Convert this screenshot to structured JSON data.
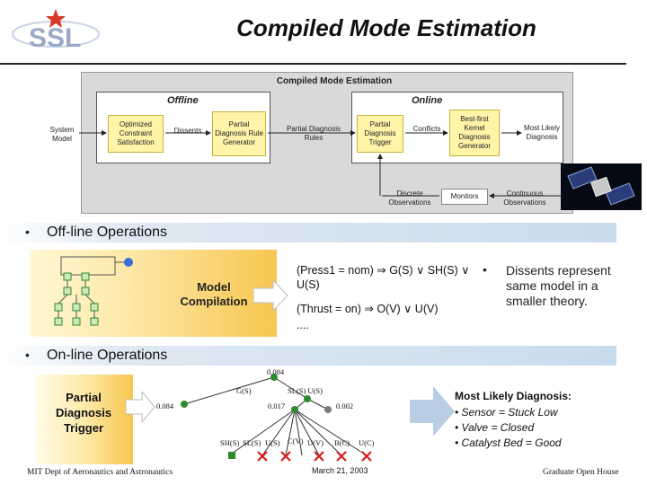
{
  "slide": {
    "title": "Compiled Mode Estimation",
    "logo_text": "SSL"
  },
  "diagram": {
    "title": "Compiled Mode Estimation",
    "offline_title": "Offline",
    "online_title": "Online",
    "system_model": "System Model",
    "optimized_box": "Optimized Constraint Satisfaction",
    "dissents": "Dissents",
    "partial_rule_box": "Partial Diagnosis Rule Generator",
    "partial_rules": "Partial Diagnosis Rules",
    "trigger_box": "Partial Diagnosis Trigger",
    "conflicts": "Conflicts",
    "best_first_box": "Best-first Kernel Diagnosis Generator",
    "most_likely": "Most Likely Diagnosis",
    "discrete_obs": "Discrete Observations",
    "monitors": "Monitors",
    "continuous_obs": "Continuous Observations"
  },
  "offline_section": {
    "bullet": "•",
    "heading": "Off-line Operations",
    "model_compilation": "Model Compilation",
    "formula_1": "(Press1 = nom) ⇒ G(S) ∨ SH(S) ∨ U(S)",
    "formula_2": "(Thrust = on) ⇒ O(V) ∨ U(V)",
    "formula_3": "....",
    "dissents_bullet": "•",
    "dissents_text": "Dissents represent same model in a smaller theory."
  },
  "online_section": {
    "bullet": "•",
    "heading": "On-line Operations",
    "trigger_label": "Partial Diagnosis Trigger",
    "tree": {
      "root_value": "0.084",
      "left_value": "0.084",
      "left_label": "G(S)",
      "right_label": "SL(S) U(S)",
      "mid_value": "0.017",
      "right_value": "0.002",
      "leaf_labels": [
        "SH(S)",
        "SL(S)",
        "U(S)",
        "C(V)",
        "U(V)",
        "B(C)",
        "U(C)"
      ]
    },
    "mld_title": "Most Likely Diagnosis:",
    "mld_items": [
      "• Sensor = Stuck Low",
      "• Valve = Closed",
      "• Catalyst Bed = Good"
    ]
  },
  "footer": {
    "left": "MIT Dept of Aeronautics and Astronautics",
    "center": "March 21, 2003",
    "right": "Graduate Open House"
  },
  "colors": {
    "node_green": "#2e8b2e",
    "node_gray": "#7d7d7d",
    "cross_red": "#d42020",
    "arrow_blue": "#b9cde5"
  }
}
